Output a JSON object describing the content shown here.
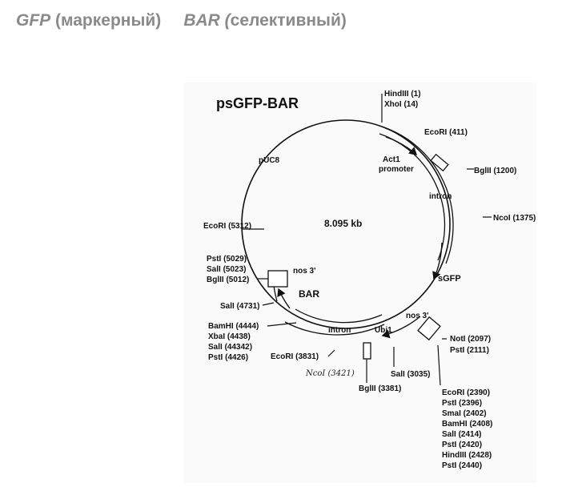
{
  "header": {
    "gfp_name": "GFP",
    "gfp_desc": " (маркерный)",
    "bar_name": "BAR (",
    "bar_desc": "селективный)"
  },
  "plasmid": {
    "name": "psGFP-BAR",
    "size": "8.095 kb",
    "regions": {
      "puc": "pUC8",
      "act1": "Act1",
      "promoter": "promoter",
      "intron_top": "intron",
      "sgfp": "sGFP",
      "nos_right": "nos 3'",
      "nos_left": "nos 3'",
      "bar": "BAR",
      "intron_bottom": "intron",
      "ubi1": "Ubi1"
    },
    "sites": {
      "hindiii_1": "HindIII (1)",
      "xhoi_14": "XhoI (14)",
      "ecori_411": "EcoRI (411)",
      "bglii_1200": "BglII (1200)",
      "ncoi_1375": "NcoI (1375)",
      "noti_2097": "NotI (2097)",
      "psti_2111": "PstI (2111)",
      "cluster": [
        "EcoRI (2390)",
        "PstI (2396)",
        "SmaI (2402)",
        "BamHI (2408)",
        "SalI (2414)",
        "PstI (2420)",
        "HindIII (2428)",
        "PstI (2440)"
      ],
      "sali_3035": "SalI (3035)",
      "bglii_3381": "BglII (3381)",
      "ecori_3831": "EcoRI (3831)",
      "bamhi_4444": "BamHI (4444)",
      "xbai_4438": "XbaI (4438)",
      "sali_44342": "SalI (44342)",
      "psti_4426": "PstI (4426)",
      "sali_4731": "SalI (4731)",
      "psti_5029": "PstI (5029)",
      "sali_5023": "SalI (5023)",
      "bglii_5012": "BglII (5012)",
      "ecori_5312": "EcoRI (5312)"
    },
    "handwritten_note": "NcoI (3421)"
  }
}
